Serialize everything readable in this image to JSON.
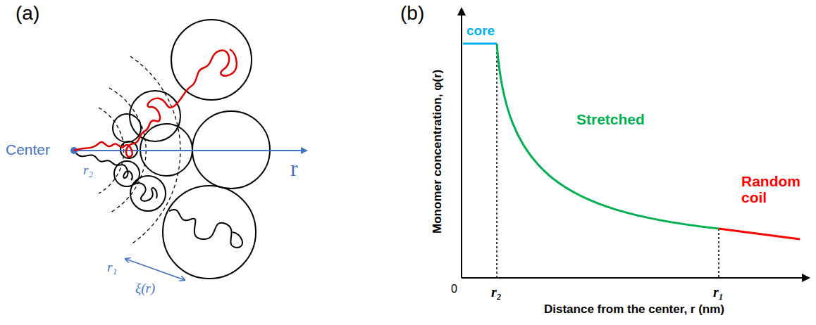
{
  "diagram": {
    "labels": [
      "(a)",
      "(b)",
      "Center",
      "r",
      "r₂",
      "r₁",
      "ξ(r)",
      "core",
      "Stretched",
      "Random coil",
      "Monomer concentration, φ(r)",
      "Distance from the center, r (nm)",
      "0",
      "r₂",
      "r₁"
    ]
  }
}
